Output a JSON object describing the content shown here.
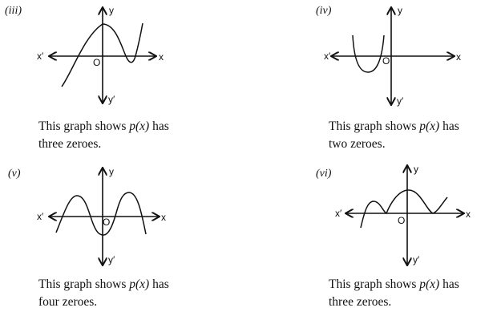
{
  "panels": [
    {
      "id": "iii",
      "number": "(iii)",
      "caption_line1_pre": "This graph shows ",
      "caption_fn": "p(x)",
      "caption_line1_post": " has",
      "caption_line2": "three zeroes.",
      "axes": {
        "x": "x",
        "x_neg": "x′",
        "y": "y",
        "y_neg": "y′",
        "origin": "O"
      }
    },
    {
      "id": "iv",
      "number": "(iv)",
      "caption_line1_pre": "This graph shows ",
      "caption_fn": "p(x)",
      "caption_line1_post": " has",
      "caption_line2": "two zeroes.",
      "axes": {
        "x": "x",
        "x_neg": "x′",
        "y": "y",
        "y_neg": "y′",
        "origin": "O"
      }
    },
    {
      "id": "v",
      "number": "(v)",
      "caption_line1_pre": "This graph shows ",
      "caption_fn": "p(x)",
      "caption_line1_post": " has",
      "caption_line2": "four zeroes.",
      "axes": {
        "x": "x",
        "x_neg": "x′",
        "y": "y",
        "y_neg": "y′",
        "origin": "O"
      }
    },
    {
      "id": "vi",
      "number": "(vi)",
      "caption_line1_pre": "This graph shows ",
      "caption_fn": "p(x)",
      "caption_line1_post": " has",
      "caption_line2": "three zeroes.",
      "axes": {
        "x": "x",
        "x_neg": "x′",
        "y": "y",
        "y_neg": "y′",
        "origin": "O"
      }
    }
  ]
}
